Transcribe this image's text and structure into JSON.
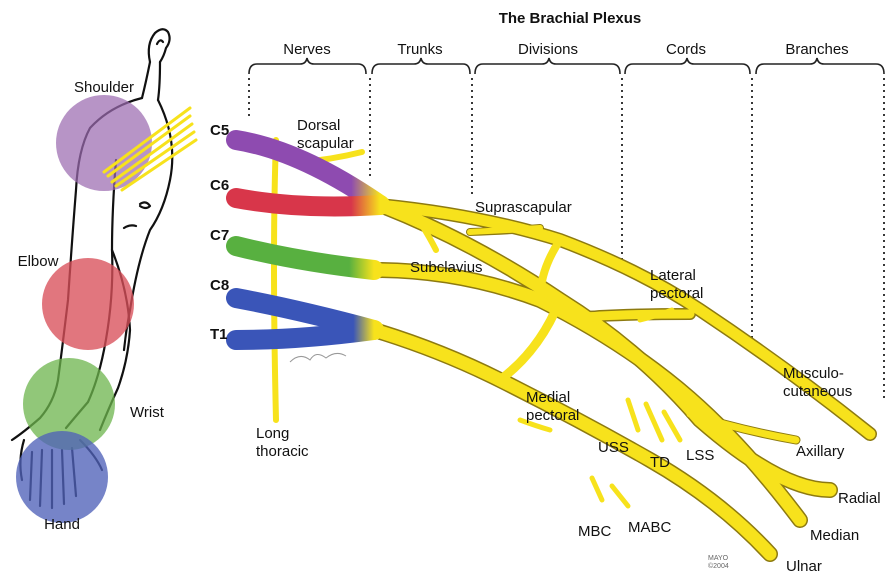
{
  "title": "The Brachial Plexus",
  "sections": [
    "Nerves",
    "Trunks",
    "Divisions",
    "Cords",
    "Branches"
  ],
  "roots": [
    "C5",
    "C6",
    "C7",
    "C8",
    "T1"
  ],
  "body_regions": [
    "Shoulder",
    "Elbow",
    "Wrist",
    "Hand"
  ],
  "branch_labels": {
    "dorsal_scapular_1": "Dorsal",
    "dorsal_scapular_2": "scapular",
    "suprascapular": "Suprascapular",
    "subclavius": "Subclavius",
    "lateral_pectoral_1": "Lateral",
    "lateral_pectoral_2": "pectoral",
    "musculocutaneous_1": "Musculo-",
    "musculocutaneous_2": "cutaneous",
    "medial_pectoral_1": "Medial",
    "medial_pectoral_2": "pectoral",
    "long_thoracic_1": "Long",
    "long_thoracic_2": "thoracic",
    "uss": "USS",
    "td": "TD",
    "lss": "LSS",
    "axillary": "Axillary",
    "radial": "Radial",
    "median": "Median",
    "ulnar": "Ulnar",
    "mbc": "MBC",
    "mabc": "MABC"
  },
  "credit_1": "MAYO",
  "credit_2": "©2004",
  "colors": {
    "nerve": "#f7e21c",
    "c5": "#8e4bb0",
    "c6": "#d8364a",
    "c7": "#58b040",
    "c8_t1": "#3a55b8",
    "shoulder": "#9b6bb0",
    "elbow": "#d8505a",
    "wrist": "#6cb44c",
    "hand": "#4f62b8"
  }
}
